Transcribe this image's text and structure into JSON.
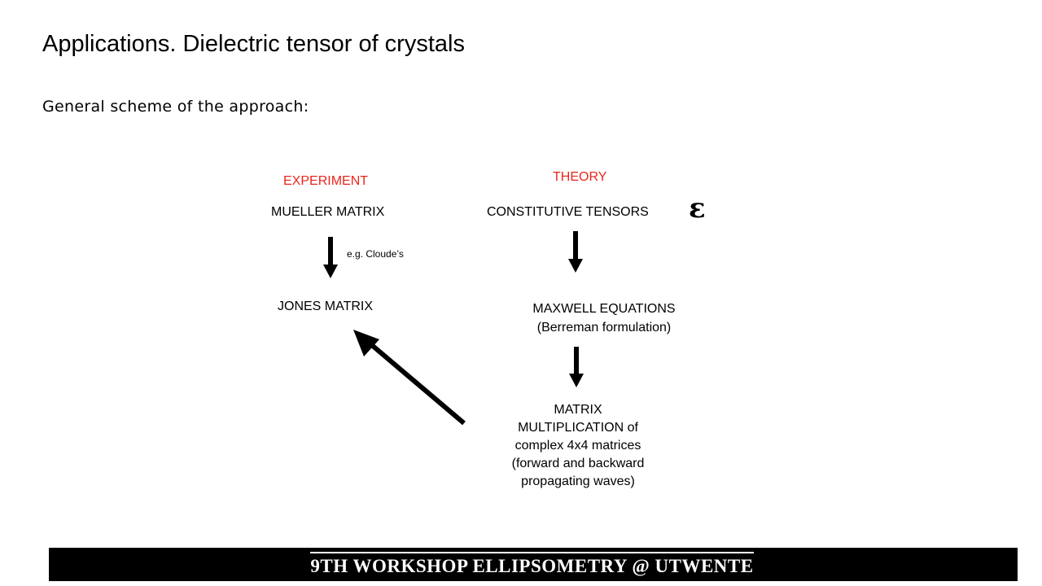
{
  "title": "Applications. Dielectric tensor of crystals",
  "subtitle": "General scheme of the approach:",
  "labels": {
    "experiment": "EXPERIMENT",
    "theory": "THEORY",
    "mueller": "MUELLER MATRIX",
    "constitutive": "CONSTITUTIVE TENSORS",
    "epsilon": "ε",
    "cloude": "e.g. Cloude’s",
    "jones": "JONES MATRIX",
    "maxwell_1": "MAXWELL EQUATIONS",
    "maxwell_2": "(Berreman formulation)",
    "mult_1": "MATRIX",
    "mult_2": "MULTIPLICATION of",
    "mult_3": "complex 4x4  matrices",
    "mult_4": "(forward and backward",
    "mult_5": "propagating waves)"
  },
  "footer": "9TH WORKSHOP ELLIPSOMETRY @ UTWENTE",
  "colors": {
    "accent": "#e8261c",
    "footer_bg": "#000000"
  }
}
